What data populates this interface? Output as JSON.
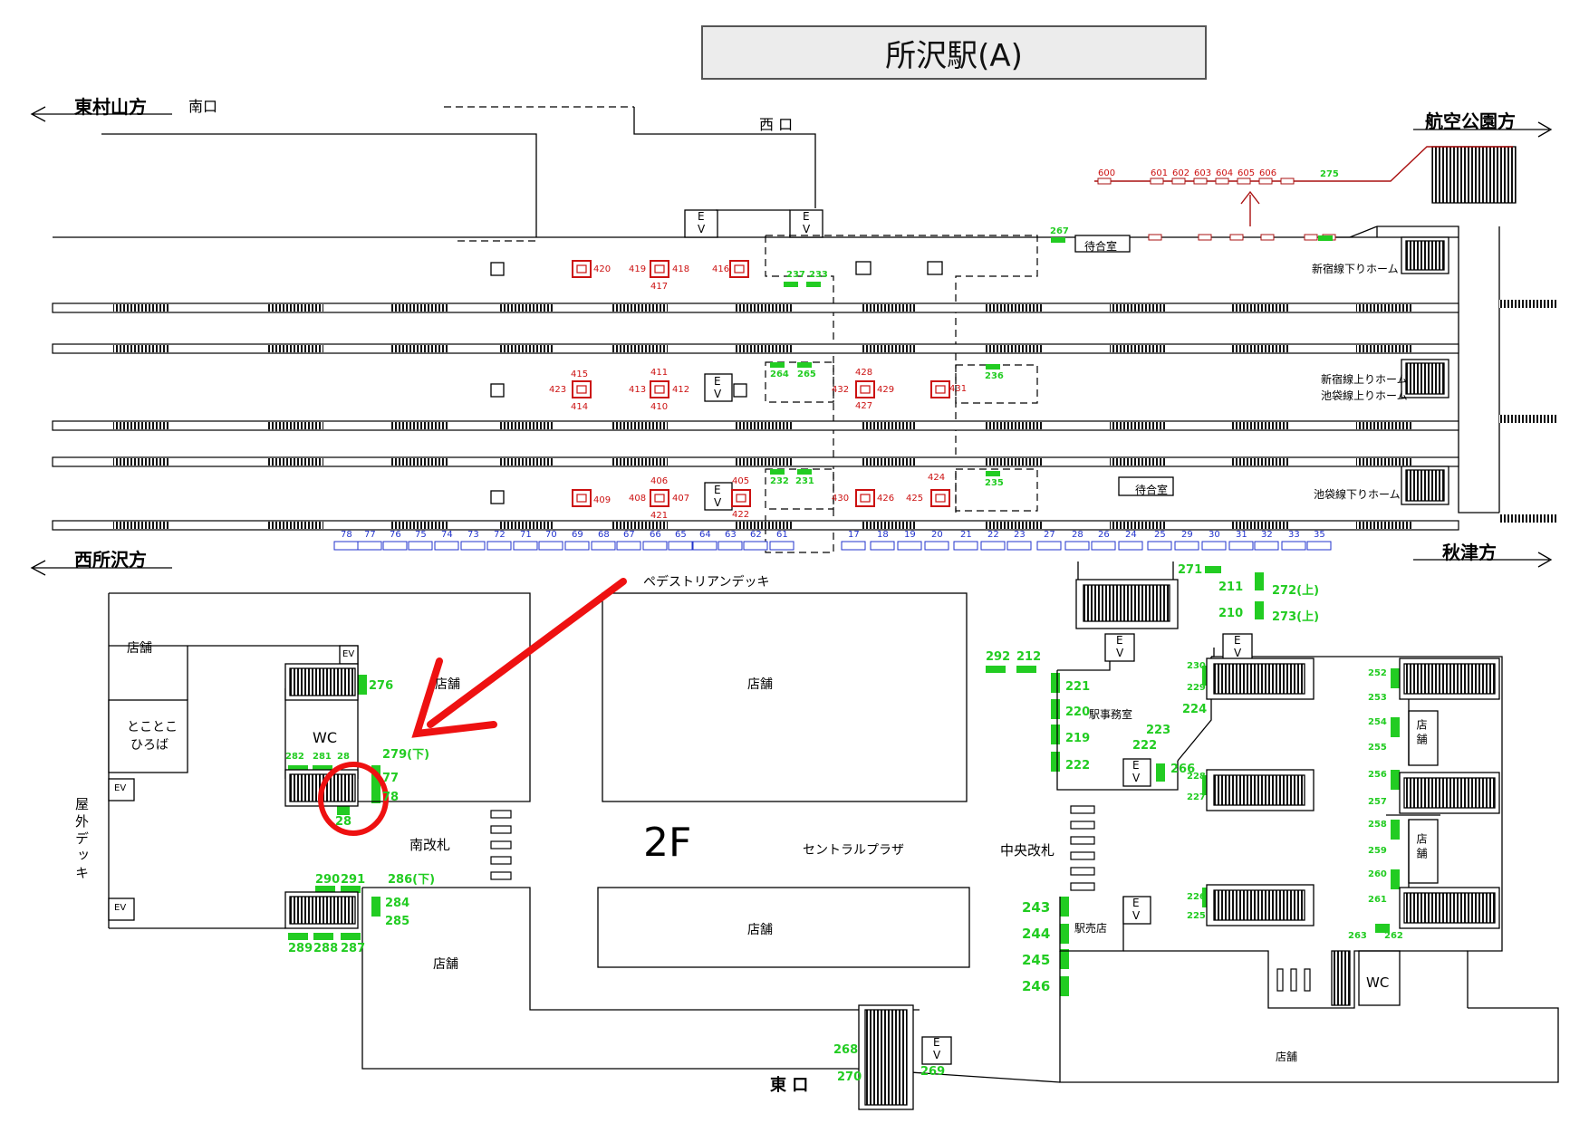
{
  "title": "所沢駅(A)",
  "colors": {
    "green": "#22cc22",
    "blue": "#2233cc",
    "red": "#cc1111",
    "arrow": "#ee1111"
  },
  "directions": {
    "higashimurayama": "東村山方",
    "koku_koen": "航空公園方",
    "nishitokorozawa": "西所沢方",
    "akitsu": "秋津方"
  },
  "exits": {
    "minami_guchi": "南口",
    "nishi_guchi": "西 口",
    "higashi_guchi": "東 口"
  },
  "platforms": {
    "shinjuku_down": "新宿線下りホーム",
    "shinjuku_up": "新宿線上りホーム",
    "ikebukuro_up": "池袋線上りホーム",
    "ikebukuro_down": "池袋線下りホーム"
  },
  "rooms": {
    "waiting_room": "待合室",
    "store": "店舗",
    "station_office": "駅事務室",
    "kiosk": "駅売店",
    "wc": "WC",
    "tokotoko_1": "とことこ",
    "tokotoko_2": "ひろば",
    "pedestrian_deck": "ペデストリアンデッキ",
    "outdoor_deck": "屋外デッキ",
    "south_gate": "南改札",
    "central_gate": "中央改札",
    "central_plaza": "セントラルプラザ",
    "floor": "2F",
    "ev": "EV",
    "ev_e": "E",
    "ev_v": "V"
  },
  "blue_numbers": [
    "78",
    "77",
    "76",
    "75",
    "74",
    "73",
    "72",
    "71",
    "70",
    "69",
    "68",
    "67",
    "66",
    "65",
    "64",
    "63",
    "62",
    "61",
    "17",
    "18",
    "19",
    "20",
    "21",
    "22",
    "23",
    "27",
    "28",
    "26",
    "24",
    "25",
    "29",
    "30",
    "31",
    "32",
    "33",
    "35"
  ],
  "red_top_numbers": [
    "600",
    "601",
    "602",
    "603",
    "604",
    "605",
    "606"
  ],
  "red_labels": {
    "n420": "420",
    "n419": "419",
    "n418": "418",
    "n417": "417",
    "n416": "416",
    "n415": "415",
    "n423": "423",
    "n414": "414",
    "n411": "411",
    "n413": "413",
    "n412": "412",
    "n410": "410",
    "n428": "428",
    "n432": "432",
    "n429": "429",
    "n427": "427",
    "n431": "431",
    "n406": "406",
    "n409": "409",
    "n408": "408",
    "n407": "407",
    "n421": "421",
    "n405": "405",
    "n422": "422",
    "n424": "424",
    "n430": "430",
    "n426": "426",
    "n425": "425"
  },
  "green_labels": {
    "n275": "275",
    "n267": "267",
    "n237": "237",
    "n233": "233",
    "n264": "264",
    "n265": "265",
    "n236": "236",
    "n232": "232",
    "n231": "231",
    "n235": "235",
    "n271": "271",
    "n211": "211",
    "n272": "272(上)",
    "n210": "210",
    "n273": "273(上)",
    "n292": "292",
    "n212": "212",
    "n221": "221",
    "n220": "220",
    "n219": "219",
    "n222a": "222",
    "n224": "224",
    "n223": "223",
    "n222b": "222",
    "n266": "266",
    "n230": "230",
    "n229": "229",
    "n228": "228",
    "n227": "227",
    "n226": "226",
    "n225": "225",
    "n252": "252",
    "n253": "253",
    "n254": "254",
    "n255": "255",
    "n256": "256",
    "n257": "257",
    "n258": "258",
    "n259": "259",
    "n260": "260",
    "n261": "261",
    "n263": "263",
    "n262": "262",
    "n243": "243",
    "n244": "244",
    "n245": "245",
    "n246": "246",
    "n276": "276",
    "n279": "279(下)",
    "n282": "282",
    "n281": "281",
    "n280": "28",
    "n277": "77",
    "n278": "78",
    "n283": "28",
    "n290": "290",
    "n291": "291",
    "n286": "286(下)",
    "n284": "284",
    "n285": "285",
    "n289": "289",
    "n288": "288",
    "n287": "287",
    "n268": "268",
    "n270": "270",
    "n269": "269"
  }
}
